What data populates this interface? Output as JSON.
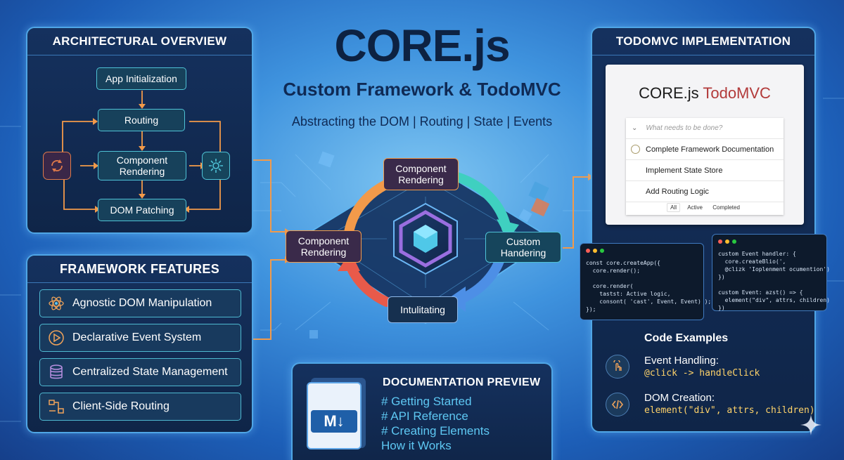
{
  "title": "CORE.js",
  "subtitle": "Custom Framework & TodoMVC",
  "tagline": "Abstracting the DOM | Routing | State | Events",
  "architecture": {
    "title": "ARCHITECTURAL OVERVIEW",
    "steps": [
      "App Initialization",
      "Routing",
      "Component Rendering",
      "DOM Patching"
    ],
    "side_icons": [
      "refresh-icon",
      "settings-gear-icon"
    ]
  },
  "features": {
    "title": "FRAMEWORK FEATURES",
    "items": [
      {
        "label": "Agnostic DOM Manipulation",
        "icon": "atom-icon"
      },
      {
        "label": "Declarative Event System",
        "icon": "play-icon"
      },
      {
        "label": "Centralized State Management",
        "icon": "database-icon"
      },
      {
        "label": "Client-Side Routing",
        "icon": "routing-icon"
      }
    ]
  },
  "cycle": {
    "top": "Component Rendering",
    "left": "Component Rendering",
    "right": "Custom Handering",
    "bottom": "Intulitating"
  },
  "todo": {
    "title": "TODOMVC IMPLEMENTATION",
    "heading_main": "CORE.js",
    "heading_accent": "TodoMVC",
    "placeholder": "What needs to be done?",
    "items": [
      "Complete Framework Documentation",
      "Implement State Store",
      "Add Routing Logic"
    ],
    "filters": [
      "All",
      "Active",
      "Completed"
    ],
    "selected_filter": "All"
  },
  "code_left": "const core.createApp({\n  core.render();\n\n  core.render(\n    tastst: Active logic,\n    consont( 'cast', Event, Event) );\n});",
  "code_right": "custom Event handler: {\n  core.createBlio(',\n  @clizk 'Ioplenment ocumention')\n})\n\ncustom Event: azst() => {\n  element(\"div\", attrs, children)\n})",
  "examples": {
    "title": "Code Examples",
    "event_label": "Event Handling:",
    "event_code": "@click -> handleClick",
    "dom_label": "DOM Creation:",
    "dom_code": "element(\"div\", attrs, children)"
  },
  "docs": {
    "title": "DOCUMENTATION PREVIEW",
    "lines": [
      "# Getting Started",
      "# API Reference",
      "# Creating Elements",
      "How it Works"
    ],
    "badge": "M↓"
  },
  "colors": {
    "panel_border": "#4fa6e6",
    "accent_cyan": "#4fc2d6",
    "accent_orange": "#f08a3c",
    "accent_red": "#b23a3a",
    "doc_link": "#5ec8f3",
    "code_yellow": "#ffd36a"
  }
}
